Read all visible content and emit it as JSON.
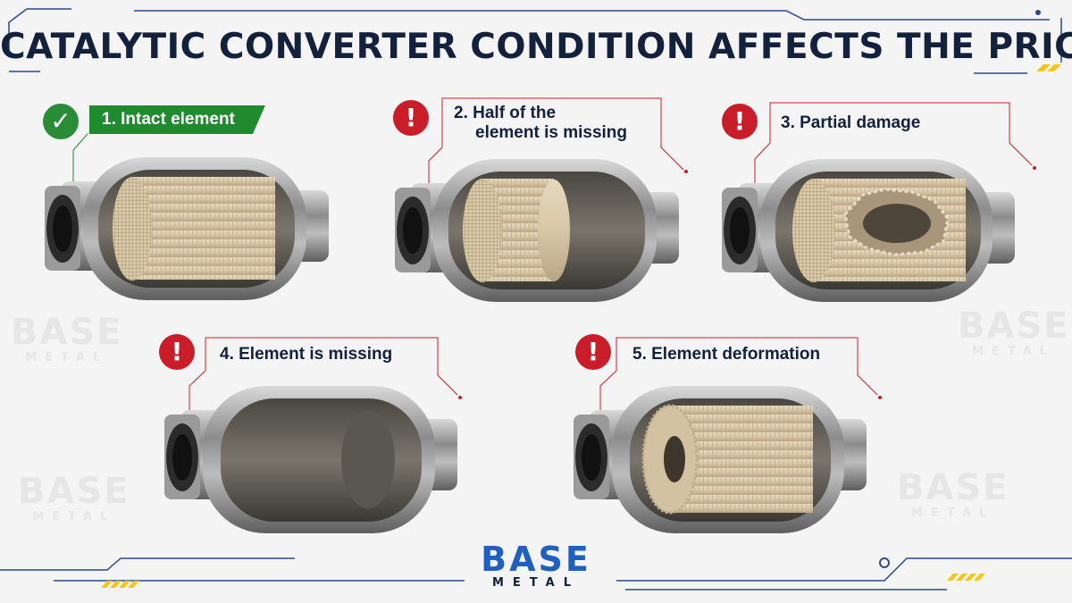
{
  "title": "CATALYTIC CONVERTER CONDITION AFFECTS THE PRICE",
  "brand": {
    "line1": "BASE",
    "line2": "METAL"
  },
  "colors": {
    "navy": "#14213d",
    "green": "#1f8a2e",
    "red": "#c91e2a",
    "blue": "#1f5fbf",
    "accent_yellow": "#f5c518"
  },
  "items": [
    {
      "label": "1. Intact element",
      "status_icon": "check-icon"
    },
    {
      "label_line1": "2. Half of the",
      "label_line2": "element is missing",
      "status_icon": "exclamation-icon"
    },
    {
      "label": "3. Partial damage",
      "status_icon": "exclamation-icon"
    },
    {
      "label": "4. Element is missing",
      "status_icon": "exclamation-icon"
    },
    {
      "label": "5. Element deformation",
      "status_icon": "exclamation-icon"
    }
  ]
}
